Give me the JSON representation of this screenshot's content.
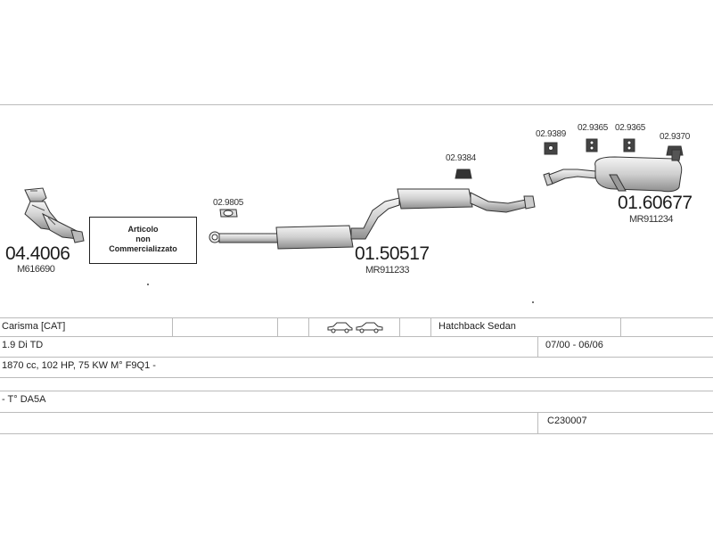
{
  "parts": {
    "catalyst": {
      "number": "04.4006",
      "oem": "M616690"
    },
    "notice": {
      "line1": "Articolo",
      "line2": "non",
      "line3": "Commercializzato"
    },
    "front_gasket": {
      "number": "02.9805"
    },
    "middle_pipe": {
      "number": "01.50517",
      "oem": "MR911233"
    },
    "middle_hanger": {
      "number": "02.9384"
    },
    "rear_hanger_1": {
      "number": "02.9389"
    },
    "rear_hanger_2": {
      "number": "02.9365"
    },
    "rear_hanger_3": {
      "number": "02.9365"
    },
    "rear_hanger_4": {
      "number": "02.9370"
    },
    "rear_silencer": {
      "number": "01.60677",
      "oem": "MR911234"
    }
  },
  "vehicle": {
    "row1": {
      "model": "Carisma  [CAT]",
      "body": "Hatchback Sedan",
      "icons": [
        "hatchback-car-icon",
        "sedan-car-icon"
      ]
    },
    "row2": {
      "engine": "1.9 Di TD",
      "years": "07/00 - 06/06"
    },
    "row3": {
      "spec": "1870 cc, 102 HP, 75 KW M° F9Q1 -"
    },
    "row4": {
      "type": "- T° DA5A"
    },
    "row5": {
      "code": "C230007"
    }
  },
  "colors": {
    "line": "#333333",
    "part_fill": "#d8d8d8",
    "grid": "#bbbbbb"
  }
}
